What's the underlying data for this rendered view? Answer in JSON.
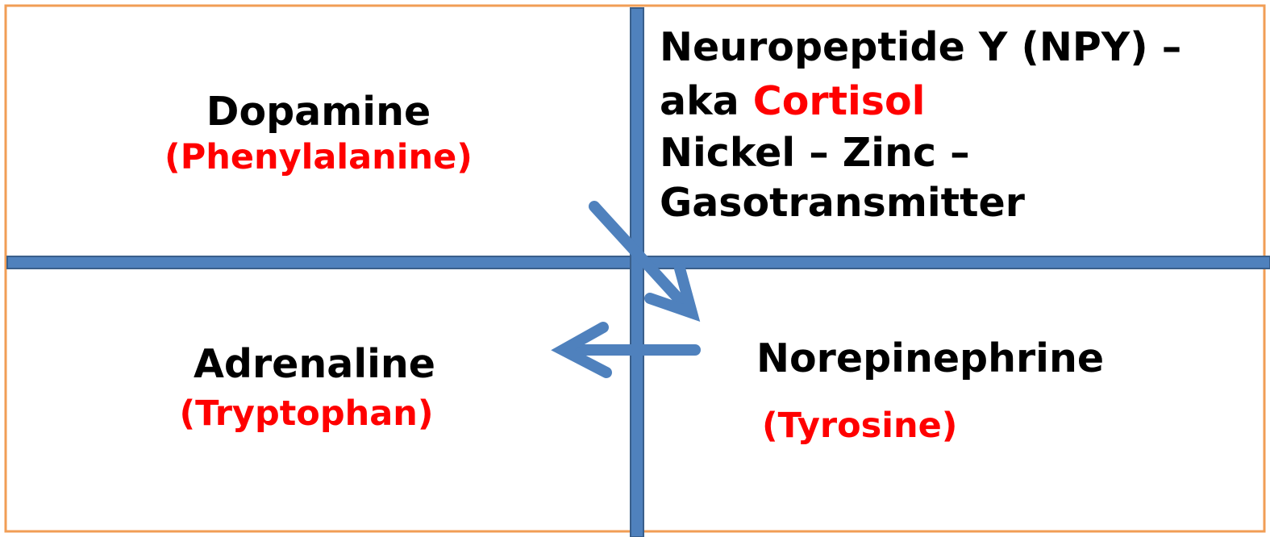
{
  "colors": {
    "border": "#F19E55",
    "divider": "#4F81BD",
    "divider_edge": "#3A5F8B",
    "arrow": "#4F81BD",
    "text_main": "#000000",
    "text_accent": "#FF0000"
  },
  "quadrants": {
    "top_left": {
      "name": "Dopamine",
      "source": "(Phenylalanine)"
    },
    "top_right": {
      "line1": "Neuropeptide Y (NPY) –",
      "line2_prefix": "aka ",
      "line2_accent": "Cortisol",
      "line3": "Nickel – Zinc –",
      "line4": "Gasotransmitter"
    },
    "bottom_left": {
      "name": "Adrenaline",
      "source": "(Tryptophan)"
    },
    "bottom_right": {
      "name": "Norepinephrine",
      "source": "(Tyrosine)"
    }
  },
  "arrows": [
    {
      "name": "arrow-top-left-to-bottom-right",
      "direction": "down-right"
    },
    {
      "name": "arrow-bottom-right-to-bottom-left",
      "direction": "left"
    }
  ]
}
